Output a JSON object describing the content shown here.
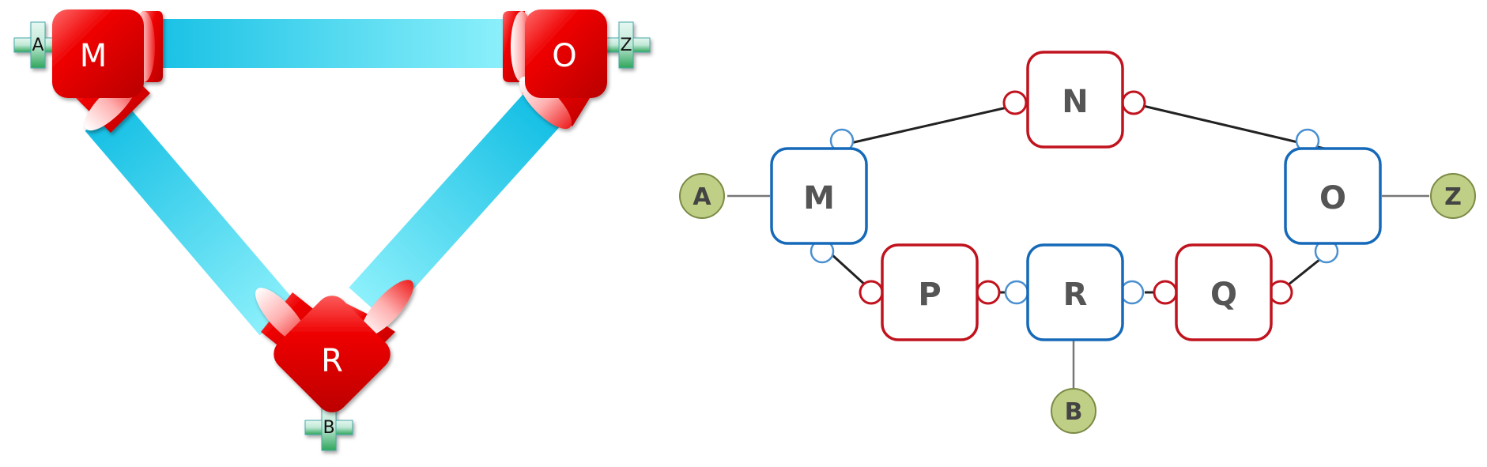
{
  "colors": {
    "pipe_light": "#8cf0fb",
    "pipe_dark": "#14bfe4",
    "node_red": "#ee0000",
    "node_red_dark": "#b80000",
    "plus_green": "#2fa65a",
    "plus_light": "#d6f3ec",
    "box_red": "#c0131e",
    "box_blue": "#1569b8",
    "endpoint_fill": "#bfcf86",
    "endpoint_stroke": "#7b8a45",
    "line": "#222222"
  },
  "left_diagram": {
    "nodes": {
      "m": "M",
      "o": "O",
      "r": "R"
    },
    "terminals": {
      "a": "A",
      "z": "Z",
      "b": "B"
    },
    "icons": {
      "node": "red-3d-elbow-icon",
      "terminal": "green-plus-icon",
      "link": "cyan-pipe-icon"
    }
  },
  "right_diagram": {
    "nodes": {
      "n": "N",
      "m": "M",
      "o": "O",
      "p": "P",
      "r": "R",
      "q": "Q"
    },
    "endpoints": {
      "a": "A",
      "z": "Z",
      "b": "B"
    },
    "links": [
      [
        "M",
        "N"
      ],
      [
        "N",
        "O"
      ],
      [
        "M",
        "P"
      ],
      [
        "P",
        "R"
      ],
      [
        "R",
        "Q"
      ],
      [
        "Q",
        "O"
      ],
      [
        "A",
        "M"
      ],
      [
        "O",
        "Z"
      ],
      [
        "R",
        "B"
      ]
    ]
  }
}
